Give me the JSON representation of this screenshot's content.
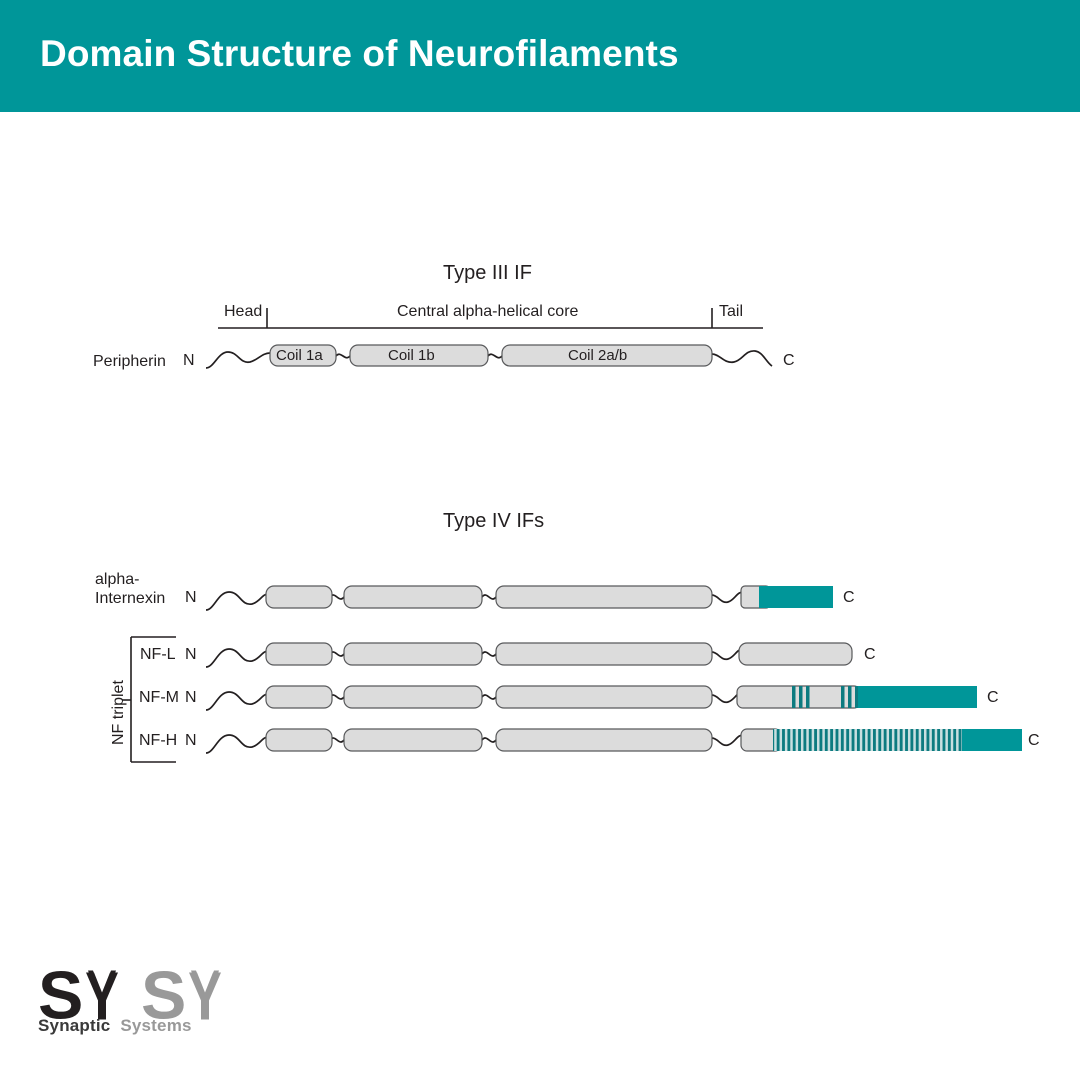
{
  "page": {
    "title": "Domain Structure of Neurofilaments",
    "background": "#ffffff",
    "accent_teal": "#009699",
    "coil_fill": "#dcdcdc",
    "stripe_color": "#0d7b80"
  },
  "header": {
    "title": "Domain Structure of Neurofilaments",
    "bar_color": "#009699",
    "text_color": "#ffffff"
  },
  "sections": {
    "type3": {
      "title": "Type III IF",
      "axis": {
        "head_label": "Head",
        "core_label": "Central alpha-helical core",
        "tail_label": "Tail"
      },
      "protein": {
        "name": "Peripherin",
        "n_terminus": "N",
        "c_terminus": "C",
        "coils": [
          {
            "label": "Coil 1a"
          },
          {
            "label": "Coil 1b"
          },
          {
            "label": "Coil 2a/b"
          }
        ]
      }
    },
    "type4": {
      "title": "Type IV IFs",
      "bracket_label": "NF triplet",
      "proteins": [
        {
          "name_line1": "alpha-",
          "name_line2": "Internexin",
          "n_terminus": "N",
          "c_terminus": "C",
          "tail_type": "teal-block"
        },
        {
          "name_line1": "NF-L",
          "name_line2": "",
          "n_terminus": "N",
          "c_terminus": "C",
          "tail_type": "grey-only"
        },
        {
          "name_line1": "NF-M",
          "name_line2": "",
          "n_terminus": "N",
          "c_terminus": "C",
          "tail_type": "two-stripe-groups-then-teal"
        },
        {
          "name_line1": "NF-H",
          "name_line2": "",
          "n_terminus": "N",
          "c_terminus": "C",
          "tail_type": "many-stripes-then-teal"
        }
      ]
    }
  },
  "logo": {
    "mark_first": "SY",
    "mark_second": "SY",
    "word_first": "Synaptic",
    "word_second": "Systems",
    "color_dark": "#231f20",
    "color_light": "#999999"
  }
}
